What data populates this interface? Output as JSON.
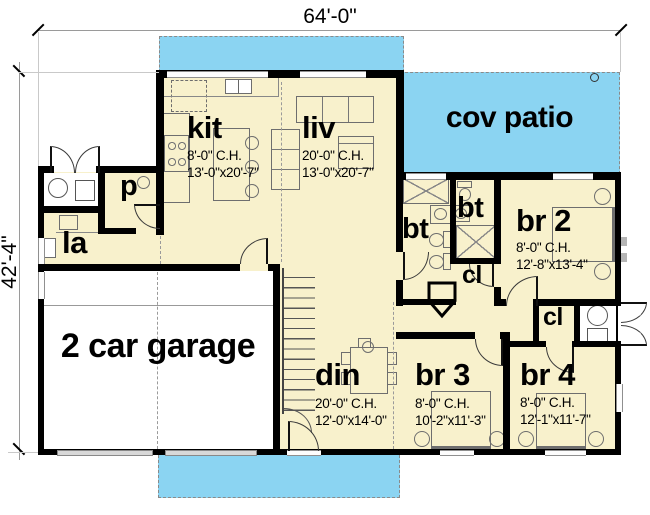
{
  "dimensions": {
    "width": "64'-0\"",
    "height": "42'-4\""
  },
  "rooms": {
    "kit": {
      "label": "kit",
      "ceiling": "8'-0\" C.H.",
      "size": "13'-0\"x20'-7\""
    },
    "liv": {
      "label": "liv",
      "ceiling": "20'-0\" C.H.",
      "size": "13'-0\"x20'-7\""
    },
    "cov_patio": {
      "label": "cov patio"
    },
    "bt1": {
      "label": "bt"
    },
    "bt2": {
      "label": "bt"
    },
    "cl1": {
      "label": "cl"
    },
    "br2": {
      "label": "br 2",
      "ceiling": "8'-0\" C.H.",
      "size": "12'-8\"x13'-4\""
    },
    "p": {
      "label": "p"
    },
    "la": {
      "label": "la"
    },
    "garage": {
      "label": "2 car garage"
    },
    "din": {
      "label": "din",
      "ceiling": "20'-0\" C.H.",
      "size": "12'-0\"x14'-0\""
    },
    "br3": {
      "label": "br 3",
      "ceiling": "8'-0\" C.H.",
      "size": "10'-2\"x11'-3\""
    },
    "cl2": {
      "label": "cl"
    },
    "br4": {
      "label": "br 4",
      "ceiling": "8'-0\" C.H.",
      "size": "12'-1\"x11'-7\""
    }
  },
  "colors": {
    "floor": "#f8f1cc",
    "patio": "#8bd4f2",
    "wall": "#000000",
    "furniture": "#6e6e6e"
  }
}
